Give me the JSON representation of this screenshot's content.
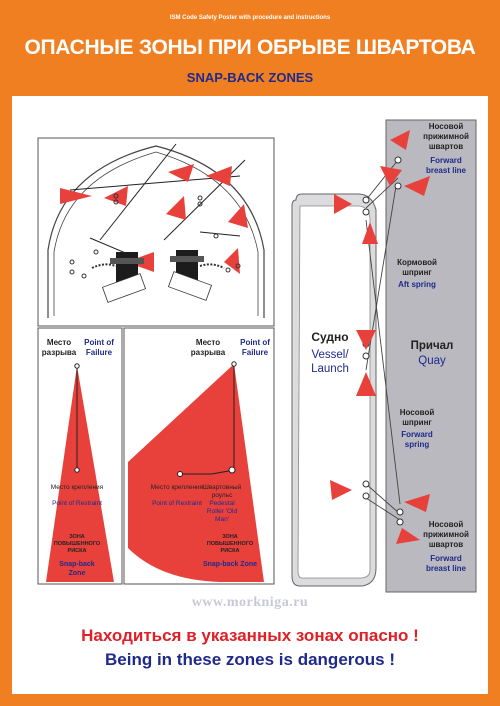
{
  "header": {
    "small_caption": "ISM Code Safety Poster with procedure and instructions",
    "title_ru": "ОПАСНЫЕ ЗОНЫ ПРИ ОБРЫВЕ ШВАРТОВА",
    "title_en": "SNAP-BACK  ZONES"
  },
  "left_panel": {
    "place_ru": "Место разрыва",
    "place_en": "Point of Failure",
    "restraint_ru": "Место крепления",
    "restraint_en": "Point of Restraint",
    "zone_ru": "ЗОНА ПОВЫШЕННОГО РИСКА",
    "zone_en": "Snap-back Zone"
  },
  "middle_panel": {
    "place_ru": "Место разрыва",
    "place_en": "Point of Failure",
    "restraint_ru": "Место крепления",
    "restraint_en": "Point of Restraint",
    "roller_ru": "Швартовный роульс",
    "roller_en": "Pedestal Roller 'Old Man'",
    "zone_ru": "ЗОНА ПОВЫШЕННОГО РИСКА",
    "zone_en": "Snap-back Zone"
  },
  "mooring": {
    "vessel_ru": "Судно",
    "vessel_en": "Vessel/ Launch",
    "quay_ru": "Причал",
    "quay_en": "Quay",
    "forward_breast_ru": "Носовой прижимной швартов",
    "forward_breast_en": "Forward breast line",
    "aft_spring_ru": "Кормовой шпринг",
    "aft_spring_en": "Aft spring",
    "forward_spring_ru": "Носовой шпринг",
    "forward_spring_en": "Forward spring",
    "forward_breast2_ru": "Носовой прижимной швартов",
    "forward_breast2_en": "Forward breast line"
  },
  "watermark": "www.morkniga.ru",
  "warning": {
    "ru": "Находиться в указанных зонах опасно !",
    "en": "Being in these zones is dangerous !"
  },
  "colors": {
    "orange": "#f07f22",
    "red": "#e8413c",
    "navy": "#1f2a8a",
    "quay_gray": "#b9b9bf"
  }
}
